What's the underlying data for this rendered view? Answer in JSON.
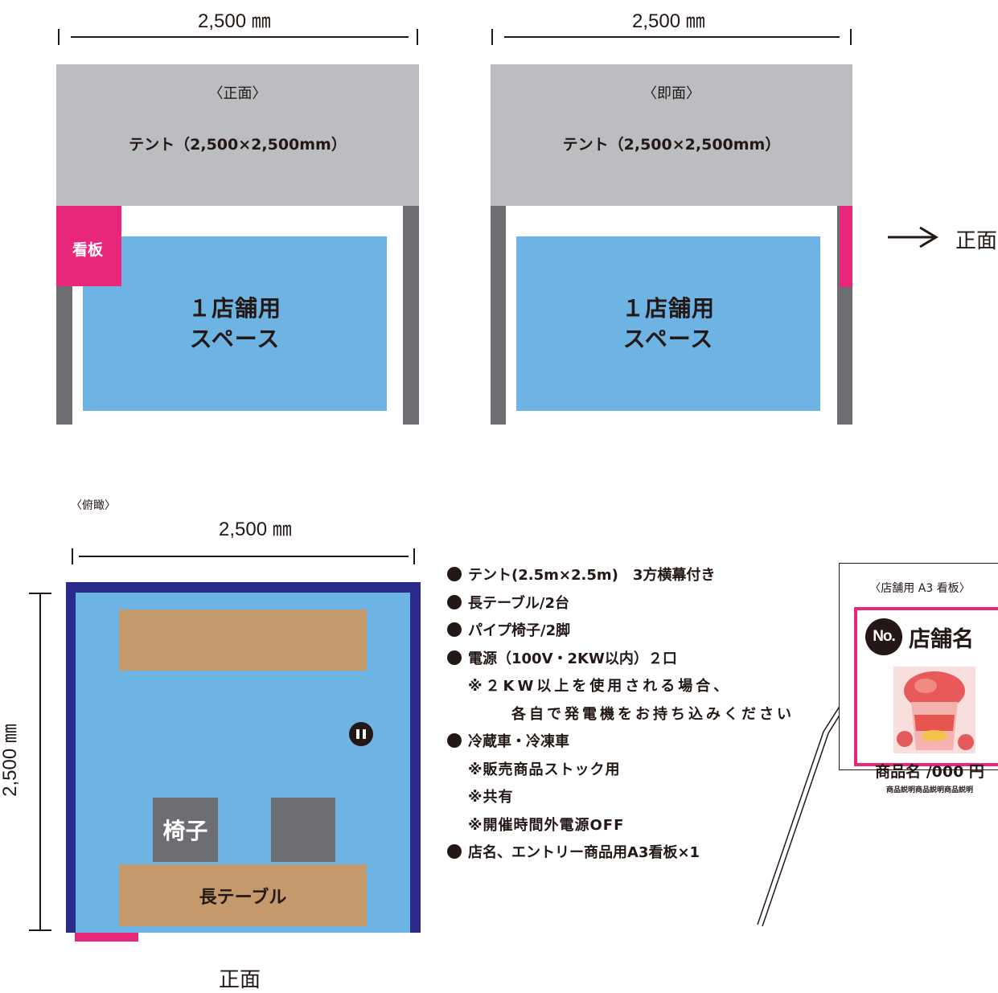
{
  "front_view": {
    "width_label": "2,500 ㎜",
    "view_label": "〈正面〉",
    "tent_label": "テント（2,500×2,500mm）",
    "sign_label": "看板",
    "space_line1": "１店舗用",
    "space_line2": "スペース"
  },
  "side_view": {
    "width_label": "2,500 ㎜",
    "view_label": "〈即面〉",
    "tent_label": "テント（2,500×2,500mm）",
    "space_line1": "１店舗用",
    "space_line2": "スペース",
    "arrow_icon": "right-arrow-icon",
    "arrow_label": "正面"
  },
  "plan_view": {
    "view_label": "〈俯瞰〉",
    "width_label": "2,500 ㎜",
    "depth_label": "2,500 ㎜",
    "chair_label": "椅子",
    "table_label": "長テーブル",
    "front_label": "正面"
  },
  "equipment": {
    "items": [
      {
        "text": "テント(2.5m×2.5m)　3方横幕付き",
        "bullet": true
      },
      {
        "text": "長テーブル/2台",
        "bullet": true
      },
      {
        "text": "パイプ椅子/2脚",
        "bullet": true
      },
      {
        "text": "電源（100V・2KW以内）２口",
        "bullet": true
      },
      {
        "text": "※２KW以上を使用される場合、",
        "bullet": false
      },
      {
        "text": "各自で発電機をお持ち込みください",
        "bullet": false
      },
      {
        "text": "冷蔵車・冷凍車",
        "bullet": true
      },
      {
        "text": "※販売商品ストック用",
        "bullet": false
      },
      {
        "text": "※共有",
        "bullet": false
      },
      {
        "text": "※開催時間外電源OFF",
        "bullet": false
      },
      {
        "text": "店名、エントリー商品用A3看板×1",
        "bullet": true
      }
    ]
  },
  "signboard": {
    "title": "〈店舗用 A3 看板〉",
    "no_label": "No.",
    "shop_name": "店舗名",
    "product_name": "商品名 /000 円",
    "description": "商品説明商品説明商品説明"
  },
  "colors": {
    "tent": "#bcbdc0",
    "space": "#6db3e3",
    "pole": "#6d6e71",
    "sign": "#e8267a",
    "plan_frame": "#2b2b8c",
    "table": "#c49a6c"
  }
}
